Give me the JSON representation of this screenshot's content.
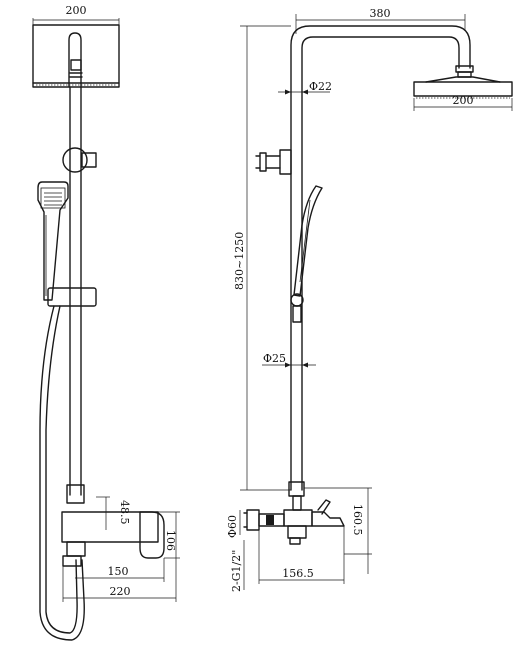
{
  "front_view": {
    "head_width": "200",
    "bracket_height": "48.5",
    "valve_height": "106",
    "spout_length": "150",
    "valve_length": "220"
  },
  "side_view": {
    "arm_length": "380",
    "head_width": "200",
    "riser_top_diameter": "Φ22",
    "riser_height_range": "830~1250",
    "riser_diameter": "Φ25",
    "outlet_diameter": "Φ60",
    "inlet_thread": "2-G1/2\"",
    "mixer_height": "160.5",
    "mixer_depth": "156.5"
  }
}
